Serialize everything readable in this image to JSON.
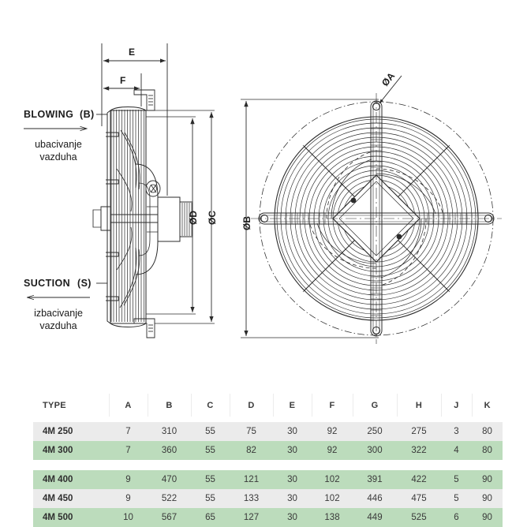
{
  "diagram": {
    "title": "Axial fan dimensional drawing",
    "blowing": {
      "label": "BLOWING",
      "code": "(B)",
      "sub_line1": "ubacivanje",
      "sub_line2": "vazduha",
      "arrow_direction": "right"
    },
    "suction": {
      "label": "SUCTION",
      "code": "(S)",
      "sub_line1": "izbacivanje",
      "sub_line2": "vazduha",
      "arrow_direction": "left"
    },
    "dimension_labels": {
      "E": "E",
      "F": "F",
      "D": "ØD",
      "C": "ØC",
      "B": "ØB",
      "A": "ØA"
    },
    "views": {
      "side_view_name": "side-section-view",
      "front_view_name": "front-view"
    }
  },
  "table": {
    "columns": [
      "TYPE",
      "A",
      "B",
      "C",
      "D",
      "E",
      "F",
      "G",
      "H",
      "J",
      "K"
    ],
    "rows": [
      {
        "style": "grey",
        "cells": [
          "4M 250",
          "7",
          "310",
          "55",
          "75",
          "30",
          "92",
          "250",
          "275",
          "3",
          "80"
        ]
      },
      {
        "style": "green",
        "cells": [
          "4M 300",
          "7",
          "360",
          "55",
          "82",
          "30",
          "92",
          "300",
          "322",
          "4",
          "80"
        ]
      },
      {
        "style": "gap",
        "cells": [
          "",
          "",
          "",
          "",
          "",
          "",
          "",
          "",
          "",
          "",
          ""
        ]
      },
      {
        "style": "green",
        "cells": [
          "4M 400",
          "9",
          "470",
          "55",
          "121",
          "30",
          "102",
          "391",
          "422",
          "5",
          "90"
        ]
      },
      {
        "style": "grey",
        "cells": [
          "4M 450",
          "9",
          "522",
          "55",
          "133",
          "30",
          "102",
          "446",
          "475",
          "5",
          "90"
        ]
      },
      {
        "style": "green",
        "cells": [
          "4M 500",
          "10",
          "567",
          "65",
          "127",
          "30",
          "138",
          "449",
          "525",
          "6",
          "90"
        ]
      }
    ]
  },
  "colors": {
    "row_green": "#bcdcbc",
    "row_grey": "#ebebeb",
    "background": "#ffffff",
    "line": "#2b2b2b",
    "text": "#3a3a3a"
  }
}
